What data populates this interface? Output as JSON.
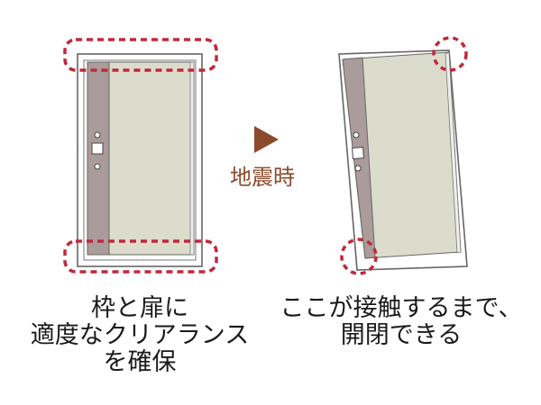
{
  "arrow_label": "地震時",
  "left_caption": [
    "枠と扉に",
    "適度なクリアランス",
    "を確保"
  ],
  "right_caption": [
    "ここが接触するまで、",
    "開閉できる"
  ],
  "colors": {
    "frame": "#ffffff",
    "frame_stroke": "#555555",
    "door_panel": "#dcdccc",
    "hinge_strip": "#aa9c9b",
    "highlight_dash": "#c0283a",
    "arrow": "#8b4a2b"
  }
}
